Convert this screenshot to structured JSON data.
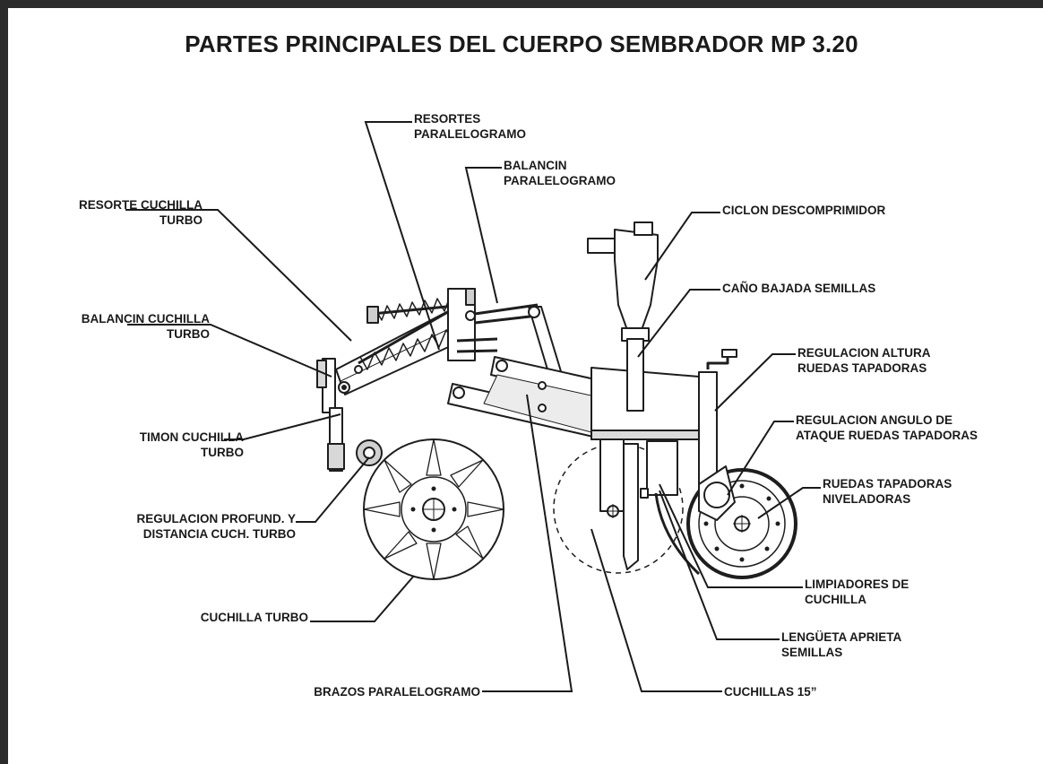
{
  "title": "PARTES PRINCIPALES DEL CUERPO SEMBRADOR MP 3.20",
  "labels": {
    "resortes_paralelogramo": "RESORTES\nPARALELOGRAMO",
    "balancin_paralelogramo": "BALANCIN\nPARALELOGRAMO",
    "resorte_cuchilla_turbo": "RESORTE CUCHILLA\nTURBO",
    "ciclon_descomprimidor": "CICLON DESCOMPRIMIDOR",
    "cano_bajada_semillas": "CAÑO BAJADA SEMILLAS",
    "balancin_cuchilla_turbo": "BALANCIN CUCHILLA\nTURBO",
    "regulacion_altura": "REGULACION ALTURA\nRUEDAS TAPADORAS",
    "timon_cuchilla_turbo": "TIMON CUCHILLA\nTURBO",
    "regulacion_angulo": "REGULACION ANGULO DE\nATAQUE RUEDAS TAPADORAS",
    "ruedas_tapadoras": "RUEDAS TAPADORAS\nNIVELADORAS",
    "regulacion_profund": "REGULACION PROFUND. Y\nDISTANCIA CUCH. TURBO",
    "limpiadores": "LIMPIADORES DE\nCUCHILLA",
    "cuchilla_turbo": "CUCHILLA TURBO",
    "lengueta": "LENGÜETA APRIETA\nSEMILLAS",
    "brazos_paralelogramo": "BRAZOS PARALELOGRAMO",
    "cuchillas_15": "CUCHILLAS 15”"
  }
}
